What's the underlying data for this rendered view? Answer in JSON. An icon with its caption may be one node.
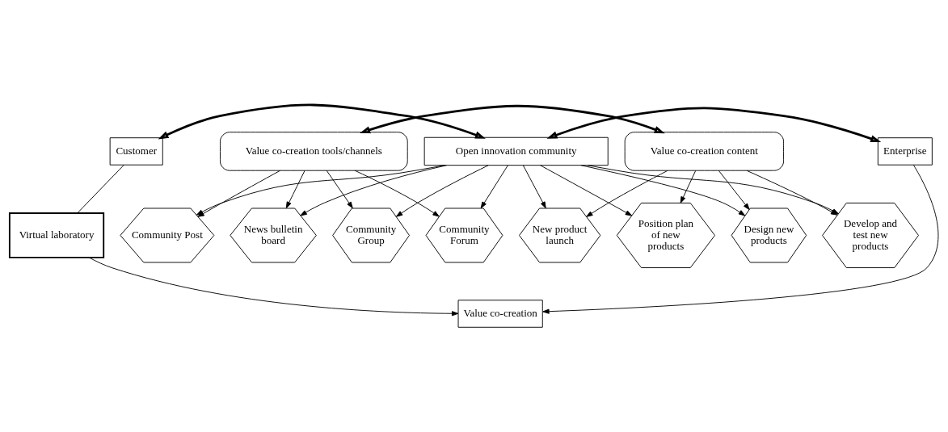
{
  "diagram": {
    "nodes": [
      {
        "text": [
          "Customer"
        ]
      },
      {
        "text": [
          "Open innovation community"
        ]
      },
      {
        "text": [
          "Enterprise"
        ]
      },
      {
        "text": [
          "Virtual laboratory"
        ]
      },
      {
        "text": [
          "Community Forum"
        ]
      },
      {
        "text": [
          "Community Post"
        ]
      },
      {
        "text": [
          "News bulletin board"
        ]
      },
      {
        "text": [
          "Community Group"
        ]
      },
      {
        "text": [
          "Position plan of new products"
        ]
      },
      {
        "text": [
          "Design new products"
        ]
      },
      {
        "text": [
          "Develop and test new products"
        ]
      },
      {
        "text": [
          "New product launch"
        ]
      },
      {
        "text": [
          "Value co-creation tools/channels"
        ]
      },
      {
        "text": [
          "Value co-creation content"
        ]
      },
      {
        "text": [
          "Value co-creation"
        ]
      }
    ],
    "edges": [
      {
        "from": 0,
        "to": 1,
        "arrow": "both",
        "style": "thick"
      },
      {
        "from": 1,
        "to": 2,
        "arrow": "both",
        "style": "thick"
      },
      {
        "from": 1,
        "to": 4,
        "arrow": "to"
      },
      {
        "from": 1,
        "to": 5,
        "arrow": "to"
      },
      {
        "from": 1,
        "to": 6,
        "arrow": "to"
      },
      {
        "from": 1,
        "to": 7,
        "arrow": "to"
      },
      {
        "from": 1,
        "to": 8,
        "arrow": "to"
      },
      {
        "from": 1,
        "to": 9,
        "arrow": "to"
      },
      {
        "from": 1,
        "to": 10,
        "arrow": "to"
      },
      {
        "from": 1,
        "to": 11,
        "arrow": "to"
      },
      {
        "from": 12,
        "to": 4,
        "arrow": "to"
      },
      {
        "from": 12,
        "to": 5,
        "arrow": "to"
      },
      {
        "from": 12,
        "to": 6,
        "arrow": "to"
      },
      {
        "from": 12,
        "to": 7,
        "arrow": "to"
      },
      {
        "from": 13,
        "to": 8,
        "arrow": "to"
      },
      {
        "from": 13,
        "to": 9,
        "arrow": "to"
      },
      {
        "from": 13,
        "to": 10,
        "arrow": "to"
      },
      {
        "from": 13,
        "to": 11,
        "arrow": "to"
      },
      {
        "from": 12,
        "to": 13,
        "arrow": "both",
        "style": "thick"
      },
      {
        "from": 0,
        "to": 3,
        "arrow": "none"
      },
      {
        "from": 3,
        "to": 14,
        "arrow": "to"
      },
      {
        "from": 2,
        "to": 14,
        "arrow": "to"
      }
    ]
  }
}
